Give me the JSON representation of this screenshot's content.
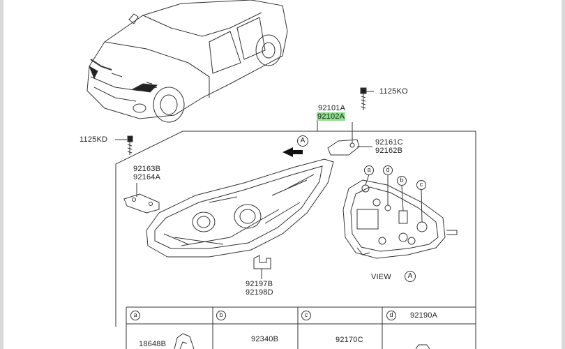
{
  "labels": {
    "p1125ko": "1125KO",
    "p92101a": "92101A",
    "p92102a": "92102A",
    "p92161c": "92161C",
    "p92162b": "92162B",
    "p1125kd": "1125KD",
    "p92163b": "92163B",
    "p92164a": "92164A",
    "p92197b": "92197B",
    "p92198d": "92198D",
    "view": "VIEW",
    "view_ref": "A",
    "arrow_ref": "A"
  },
  "bulb_refs": [
    "a",
    "d",
    "b",
    "c"
  ],
  "table": {
    "headers": [
      {
        "ref": "a",
        "part": ""
      },
      {
        "ref": "b",
        "part": ""
      },
      {
        "ref": "c",
        "part": ""
      },
      {
        "ref": "d",
        "part": "92190A"
      }
    ],
    "cells": [
      "18648B",
      "92340B",
      "92170C",
      ""
    ]
  },
  "colors": {
    "highlight": "#8fe08f",
    "line": "#333333"
  }
}
